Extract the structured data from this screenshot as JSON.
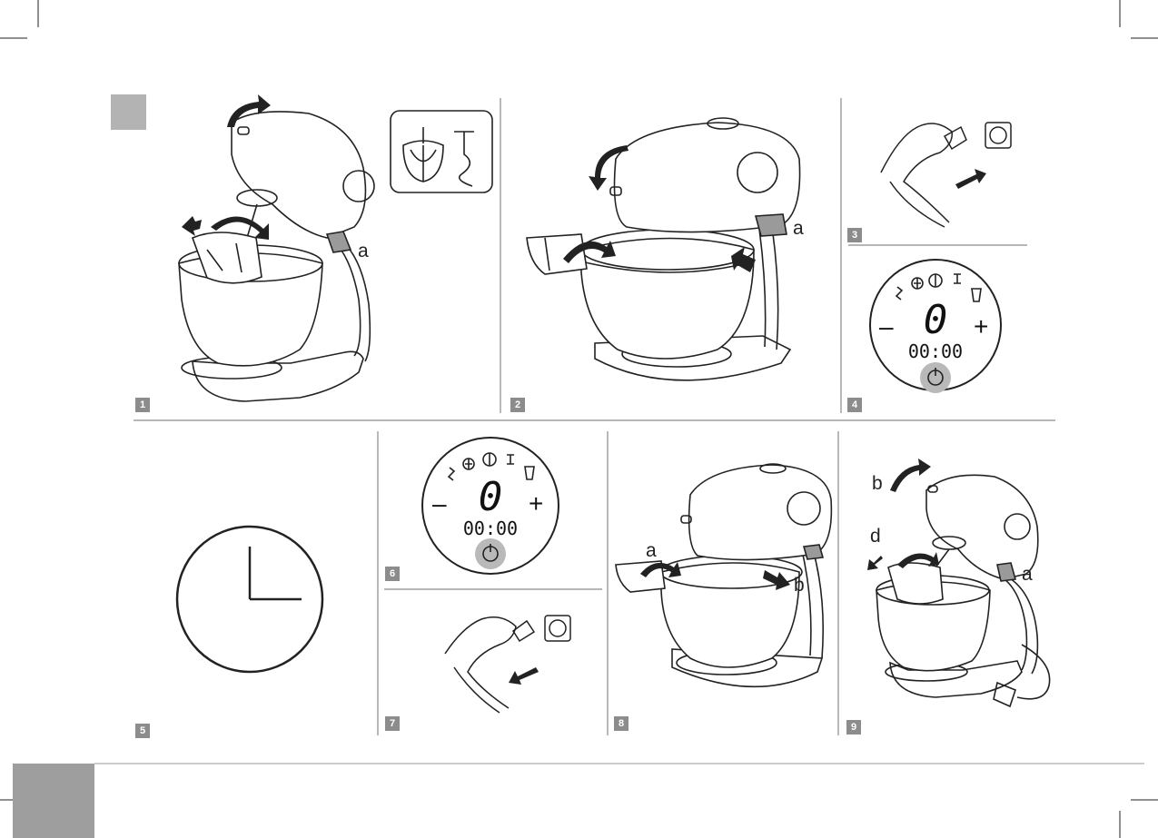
{
  "steps": [
    "1",
    "2",
    "3",
    "4",
    "5",
    "6",
    "7",
    "8",
    "9"
  ],
  "callouts": {
    "step1_a": "a",
    "step2_a": "a",
    "step8_a": "a",
    "step8_b": "b",
    "step9_b": "b",
    "step9_d": "d",
    "step9_a": "a"
  },
  "control_panel": {
    "speed_value": "0",
    "timer_value": "00:00",
    "minus": "–",
    "plus": "+"
  },
  "colors": {
    "badge": "#8c8c8c",
    "tab": "#b3b3b3",
    "power_button": "#b9b9b9",
    "handle_accent": "#9a9a9a"
  }
}
